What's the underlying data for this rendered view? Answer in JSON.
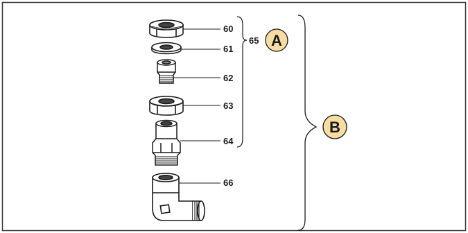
{
  "parts": [
    {
      "id": "nut",
      "label": "60"
    },
    {
      "id": "washer",
      "label": "61"
    },
    {
      "id": "nipple",
      "label": "62"
    },
    {
      "id": "hex-nut",
      "label": "63"
    },
    {
      "id": "coupling",
      "label": "64"
    },
    {
      "id": "elbow",
      "label": "66"
    }
  ],
  "group": {
    "label": "65",
    "badge": "A"
  },
  "assembly": {
    "badge": "B"
  },
  "colors": {
    "badge_fill": "#f7dca3",
    "stroke": "#1a1a1a",
    "border": "#333333"
  }
}
